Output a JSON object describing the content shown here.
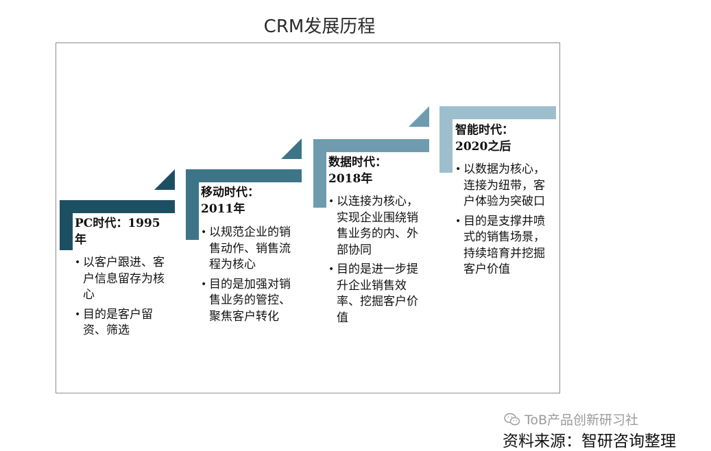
{
  "title": "CRM发展历程",
  "colors": {
    "step_dark": "#1d4f63",
    "step_mid": "#3d7488",
    "step_light": "#6e9cae",
    "step_lightest": "#9dbfcd"
  },
  "stages": [
    {
      "heading": "PC时代：1995年",
      "heading_line1": "PC时代：1995",
      "heading_line2": "年",
      "bullets": [
        "以客户跟进、客户信息留存为核心",
        "目的是客户留资、筛选"
      ]
    },
    {
      "heading": "移动时代：2011年",
      "heading_line1": "移动时代：",
      "heading_line2": "2011年",
      "bullets": [
        "以规范企业的销售动作、销售流程为核心",
        "目的是加强对销售业务的管控、聚焦客户转化"
      ]
    },
    {
      "heading": "数据时代：2018年",
      "heading_line1": "数据时代：",
      "heading_line2": "2018年",
      "bullets": [
        "以连接为核心，实现企业围绕销售业务的内、外部协同",
        "目的是进一步提升企业销售效率、挖掘客户价值"
      ]
    },
    {
      "heading": "智能时代：2020之后",
      "heading_line1": "智能时代：",
      "heading_line2": "2020之后",
      "bullets": [
        "以数据为核心，连接为纽带，客户体验为突破口",
        "目的是支撑井喷式的销售场景，持续培育并挖掘客户价值"
      ]
    }
  ],
  "footer": {
    "watermark": "ToB产品创新研习社",
    "watermark_icon": "wechat-icon",
    "source": "资料来源：智研咨询整理"
  }
}
